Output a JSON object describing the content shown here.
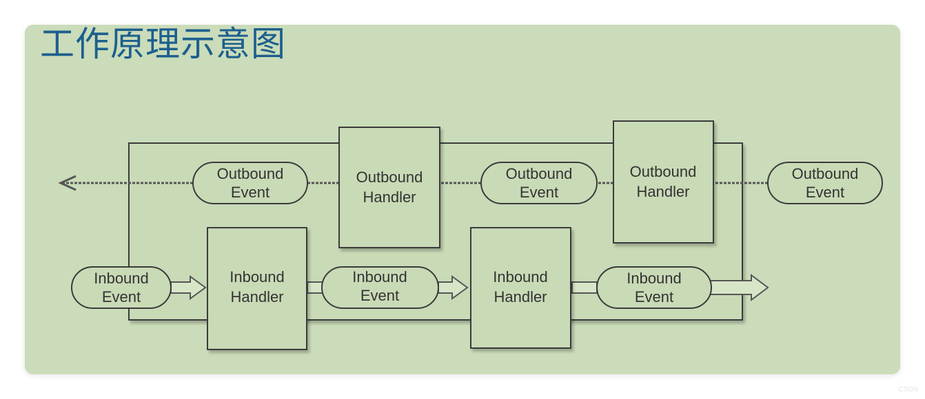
{
  "title": "工作原理示意图",
  "watermark": "CSDN",
  "outbound": {
    "event_line1": "Outbound",
    "event_line2": "Event",
    "handler_line1": "Outbound",
    "handler_line2": "Handler"
  },
  "inbound": {
    "event_line1": "Inbound",
    "event_line2": "Event",
    "handler_line1": "Inbound",
    "handler_line2": "Handler"
  }
}
